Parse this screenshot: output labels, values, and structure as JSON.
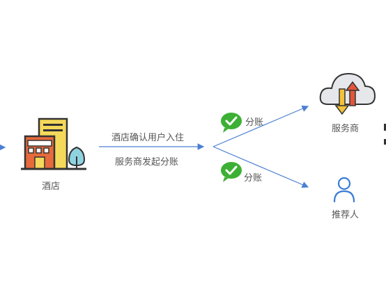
{
  "nodes": {
    "hotel": {
      "label": "酒店",
      "icon": "hotel-building-icon"
    },
    "service_provider": {
      "label": "服务商",
      "icon": "cloud-sync-icon"
    },
    "referrer": {
      "label": "推荐人",
      "icon": "person-icon"
    }
  },
  "edges": {
    "hotel_to_split": {
      "top_label": "酒店确认用户入住",
      "bottom_label": "服务商发起分账"
    },
    "split_to_provider": {
      "label": "分账",
      "icon": "wechat-pay-icon"
    },
    "split_to_referrer": {
      "label": "分账",
      "icon": "wechat-pay-icon"
    }
  },
  "colors": {
    "arrow": "#4a7fd4",
    "wechat_green": "#3cb034",
    "person_blue": "#3a7bd5",
    "building_yellow": "#f5d95a",
    "building_orange": "#e66a3c",
    "cloud_grey": "#e5e7ea",
    "sync_red": "#e2553a",
    "sync_yellow": "#f2c23a"
  }
}
